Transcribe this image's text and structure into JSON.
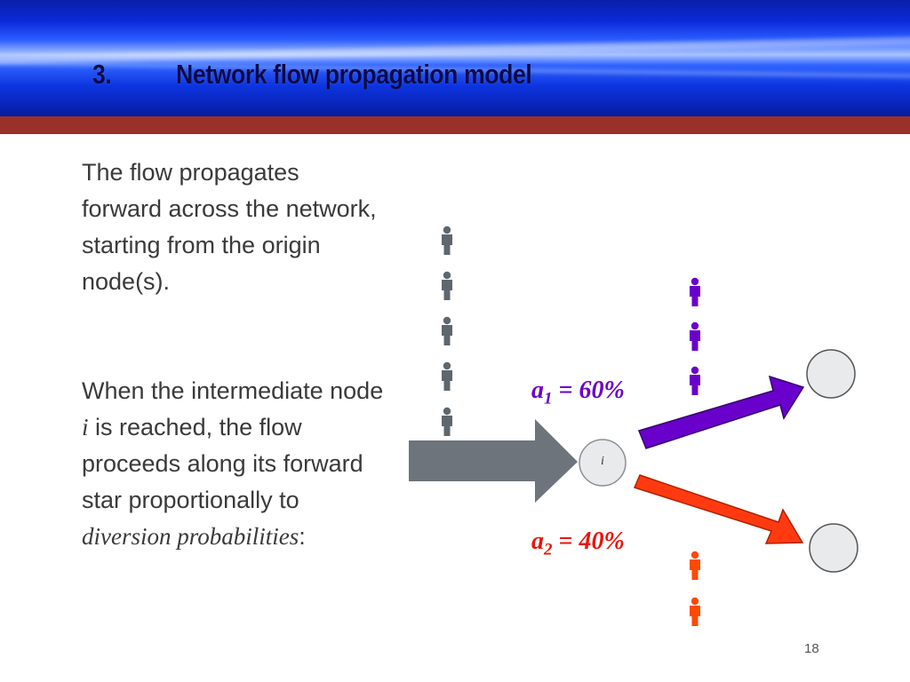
{
  "slide": {
    "title_number": "3.",
    "title_text": "Network flow propagation model",
    "paragraph1": "The flow propagates forward across the network, starting from the origin node(s).",
    "paragraph2_part1": "When the intermediate node ",
    "paragraph2_node": "i",
    "paragraph2_part2": " is reached, the flow proceeds along its forward star proportionally to ",
    "paragraph2_term": "diversion probabilities",
    "paragraph2_end": ":",
    "page_number": "18"
  },
  "diagram": {
    "node_label": "i",
    "branch1": {
      "symbol": "a",
      "subscript": "1",
      "value": " = 60%",
      "color": "#6a00cc"
    },
    "branch2": {
      "symbol": "a",
      "subscript": "2",
      "value": " = 40%",
      "color": "#ff3a10"
    },
    "incoming_color": "#6e747b",
    "people_icons": {
      "incoming_count": 5,
      "incoming_color": "#5f676e",
      "branch1_count": 3,
      "branch1_color": "#6a00cc",
      "branch2_count": 2,
      "branch2_color": "#ff4a00"
    }
  }
}
